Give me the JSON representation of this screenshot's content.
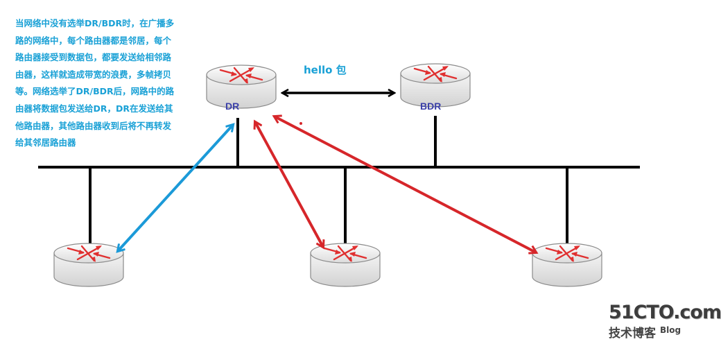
{
  "note": {
    "lines": [
      "当网络中没有选举DR/BDR时，在广播多",
      "路的网络中，每个路由器都是邻居，每个",
      "路由器接受到数据包，都要发送给相邻路",
      "由器，这样就造成带宽的浪费，多帧拷贝",
      "等。网络选举了DR/BDR后，网路中的路",
      "由器将数据包发送给DR，DR在发送给其",
      "他路由器，其他路由器收到后将不再转发",
      "给其邻居路由器"
    ]
  },
  "hello_label": "hello 包",
  "routers": {
    "dr_label": "DR",
    "bdr_label": "BDR"
  },
  "watermark": {
    "brand": "51CTO.com",
    "sub": "技术博客",
    "blog": "Blog"
  },
  "colors": {
    "note_text": "#1aa1d6",
    "router_label": "#3a3fa8",
    "bus_line": "#000000",
    "hello_arrow": "#000000",
    "blue_arrow": "#1b9ad8",
    "red_arrow": "#d6262a",
    "router_arrows": "#e03030"
  },
  "icons": {
    "router": "router-icon"
  }
}
